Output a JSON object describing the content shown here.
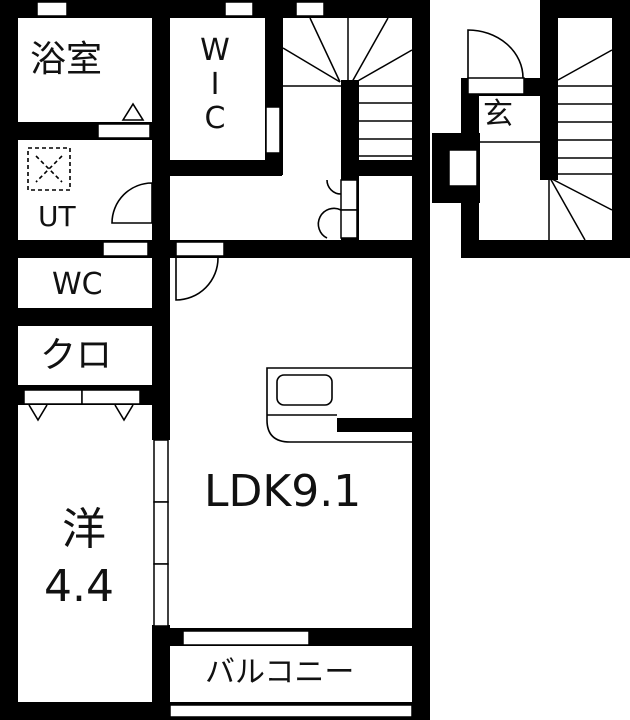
{
  "floor_plan": {
    "rooms": [
      {
        "id": "bath",
        "label": "浴室"
      },
      {
        "id": "wic",
        "label_lines": [
          "W",
          "I",
          "C"
        ]
      },
      {
        "id": "utility",
        "label": "UT"
      },
      {
        "id": "toilet",
        "label": "WC"
      },
      {
        "id": "closet",
        "label": "クロ"
      },
      {
        "id": "western-room",
        "label": "洋",
        "size": "4.4"
      },
      {
        "id": "ldk",
        "label": "LDK9.1"
      },
      {
        "id": "balcony",
        "label": "バルコニー"
      },
      {
        "id": "entrance",
        "label": "玄"
      }
    ],
    "colors": {
      "wall": "#000000",
      "background": "#ffffff"
    }
  }
}
